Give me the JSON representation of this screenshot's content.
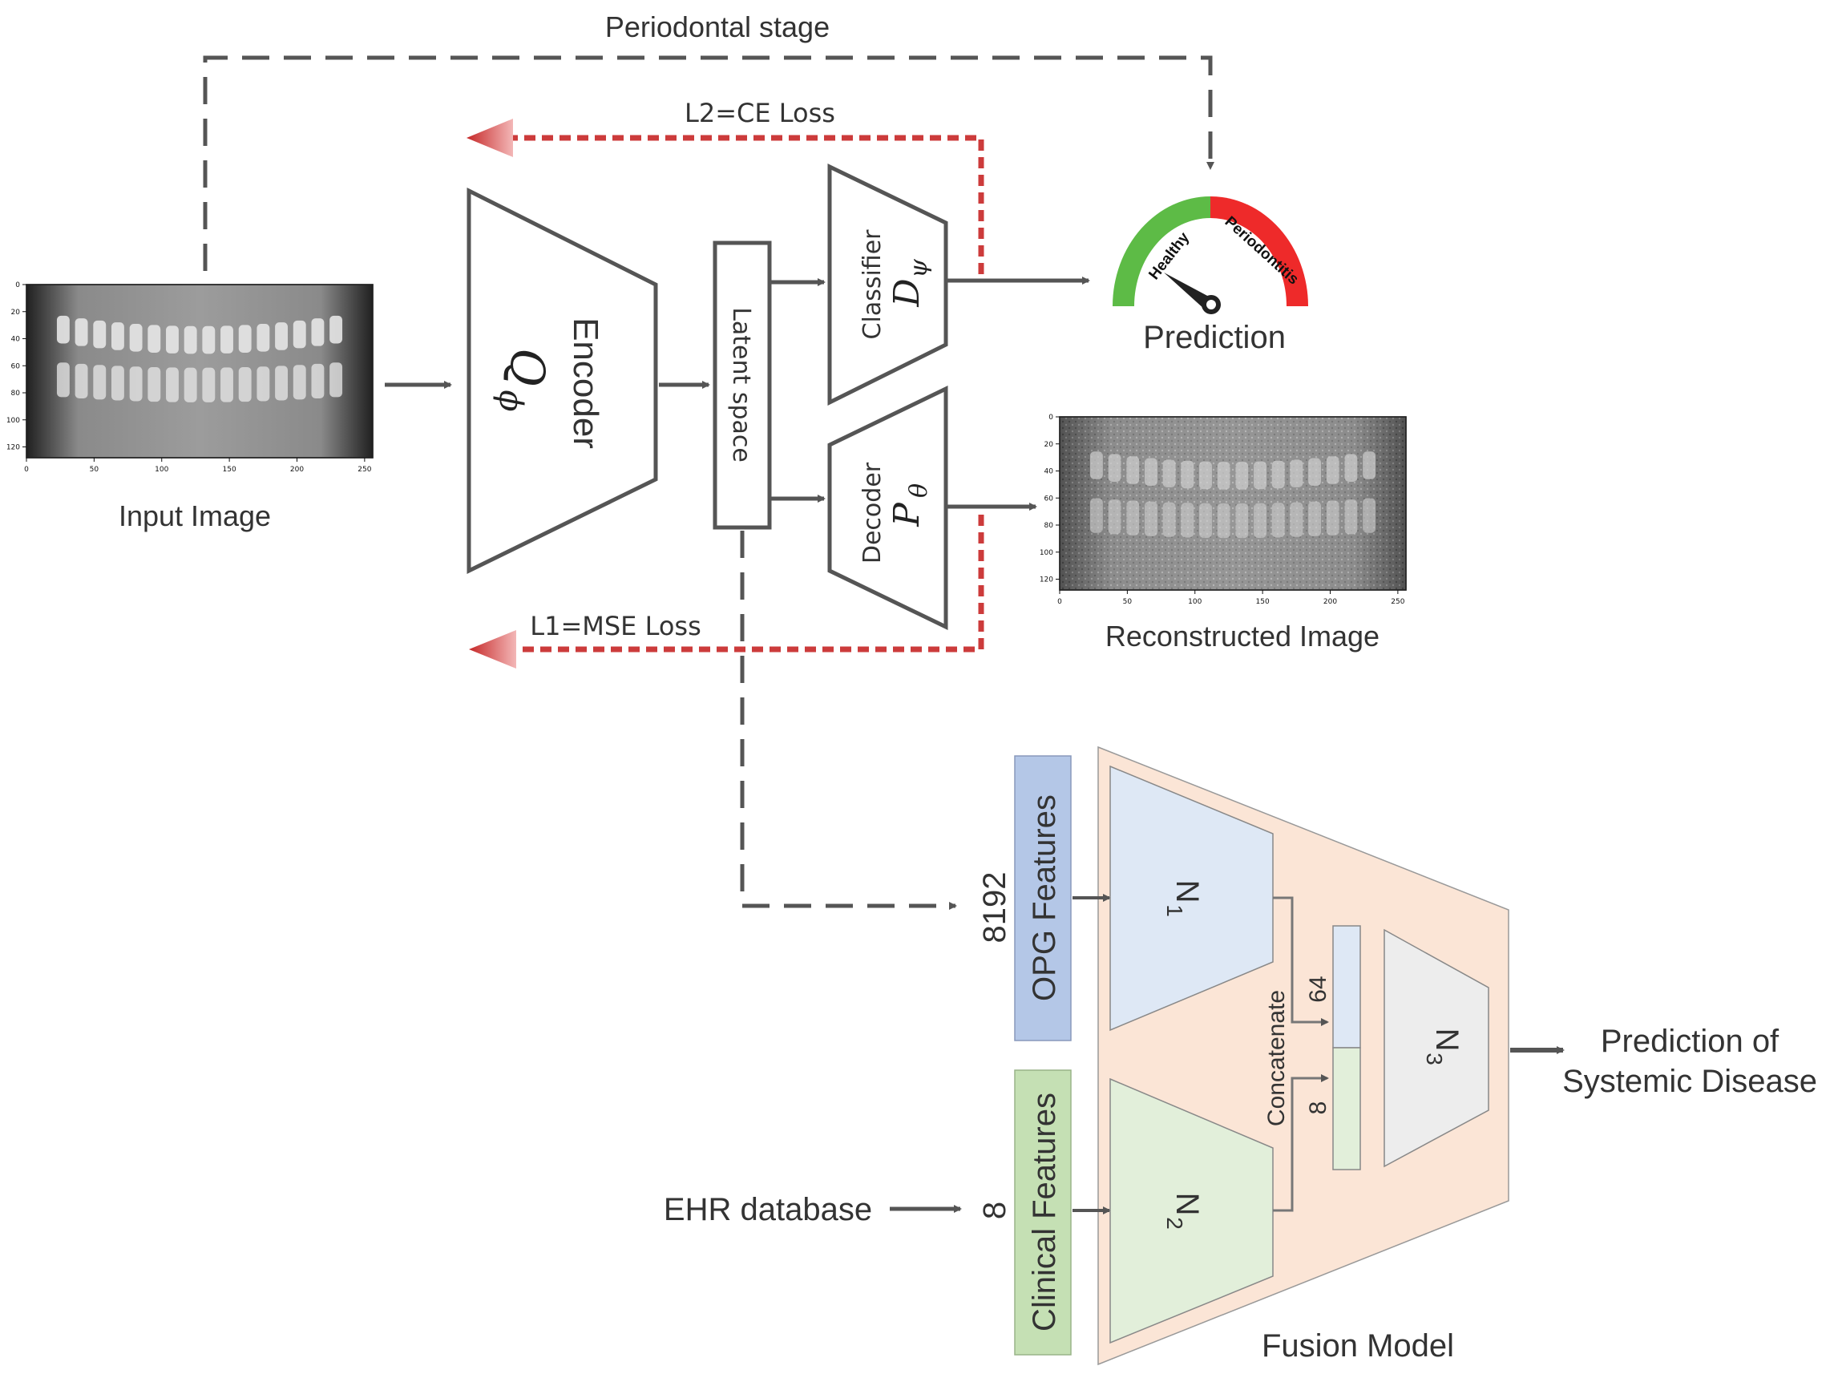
{
  "input": {
    "caption": "Input Image",
    "y_ticks": [
      "0",
      "20",
      "40",
      "60",
      "80",
      "100",
      "120"
    ],
    "x_ticks": [
      "0",
      "50",
      "100",
      "150",
      "200",
      "250"
    ]
  },
  "reconstructed": {
    "caption": "Reconstructed Image",
    "y_ticks": [
      "0",
      "20",
      "40",
      "60",
      "80",
      "100",
      "120"
    ],
    "x_ticks": [
      "0",
      "50",
      "100",
      "150",
      "200",
      "250"
    ]
  },
  "top_label": "Periodontal stage",
  "losses": {
    "ce": "L2=CE Loss",
    "mse": "L1=MSE Loss"
  },
  "encoder": {
    "label": "Encoder",
    "symbol": "Q",
    "subscript": "ϕ"
  },
  "latent": {
    "label": "Latent space"
  },
  "classifier": {
    "label": "Classifier",
    "symbol": "D",
    "subscript": "ψ"
  },
  "decoder": {
    "label": "Decoder",
    "symbol": "P",
    "subscript": "θ"
  },
  "gauge": {
    "healthy": "Healthy",
    "periodontitis": "Periodontitis",
    "caption": "Prediction",
    "healthy_color": "#5dbb46",
    "periodontitis_color": "#ee2a2a"
  },
  "fusion": {
    "opg_features": "OPG Features",
    "opg_dim": "8192",
    "clinical_features": "Clinical Features",
    "clinical_dim": "8",
    "ehr": "EHR database",
    "n1": "N",
    "n1_sub": "1",
    "n2": "N",
    "n2_sub": "2",
    "n3": "N",
    "n3_sub": "3",
    "concatenate": "Concatenate",
    "dim64": "64",
    "dim8": "8",
    "caption": "Fusion Model",
    "output_line1": "Prediction of",
    "output_line2": "Systemic Disease"
  },
  "colors": {
    "arrow": "#555555",
    "loss_arrow": "#cc3b3b",
    "fusion_bg": "#fbe5d6",
    "opg_box": "#b4c7e7",
    "clinical_box": "#c5e0b4",
    "n1_fill": "#dee8f5",
    "n2_fill": "#e2efda",
    "n3_fill": "#ededed"
  }
}
